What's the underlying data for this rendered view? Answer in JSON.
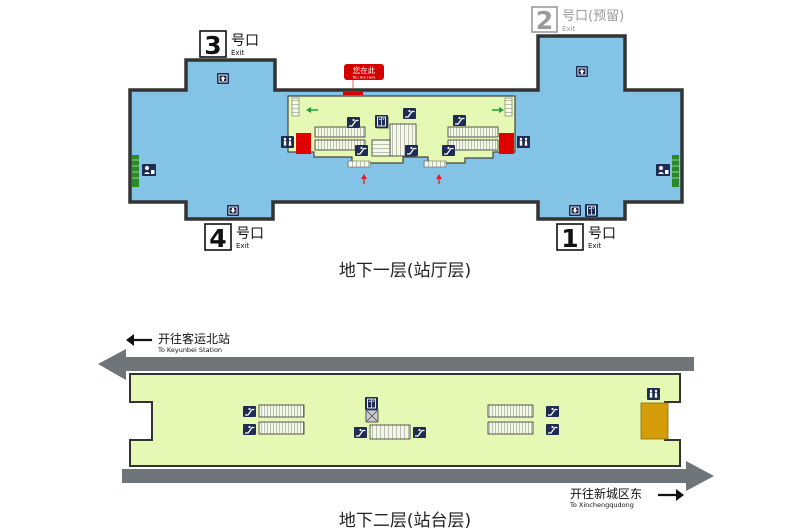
{
  "floors": {
    "concourse_caption": "地下一层(站厅层)",
    "platform_caption": "地下二层(站台层)"
  },
  "exits": [
    {
      "number": "3",
      "label": "号口",
      "sub": "Exit",
      "status": "open"
    },
    {
      "number": "2",
      "label": "号口(预留)",
      "sub": "Exit",
      "status": "reserved"
    },
    {
      "number": "4",
      "label": "号口",
      "sub": "Exit",
      "status": "open"
    },
    {
      "number": "1",
      "label": "号口",
      "sub": "Exit",
      "status": "open"
    }
  ],
  "you_are_here": {
    "cn": "您在此",
    "en": "You Are Here"
  },
  "directions": {
    "left": {
      "cn": "开往客运北站",
      "en": "To Keyunbei Station"
    },
    "right": {
      "cn": "开往新城区东",
      "en": "To Xinchengqudong"
    }
  },
  "colors": {
    "paid_area": "#e5f8b4",
    "unpaid_area": "#83c3e6",
    "wall": "#333333",
    "track": "#6e7478",
    "ticket_machine": "#e00000",
    "elevator_door": "#d49c08",
    "you_are_here": "#d40000",
    "arrow_green": "#21a03c",
    "arrow_red": "#e02020",
    "icon_bg": "#1d2b55"
  },
  "icons": [
    "escalator-icon",
    "elevator-icon",
    "up-arrow-icon",
    "down-arrow-icon",
    "restroom-icon",
    "customer-service-icon",
    "ticket-machine"
  ]
}
